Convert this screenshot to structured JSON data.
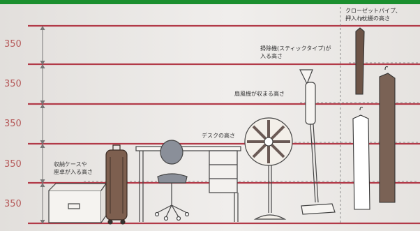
{
  "dimension_labels": [
    "350",
    "350",
    "350",
    "350",
    "350"
  ],
  "annotations": {
    "closet_pipe": [
      "クローゼットパイプ、",
      "押入れ枕棚の高さ"
    ],
    "stick_vacuum": [
      "掃除機(スティックタイプ)が",
      "入る高さ"
    ],
    "fan": "扇風機が収まる高さ",
    "desk": "デスクの高さ",
    "storage_case": [
      "収納ケースや",
      "座卓が入る高さ"
    ]
  },
  "colors": {
    "guide_line": "#b23a48",
    "dimension_text": "#b65a5a",
    "ink": "#3a3a3a"
  }
}
